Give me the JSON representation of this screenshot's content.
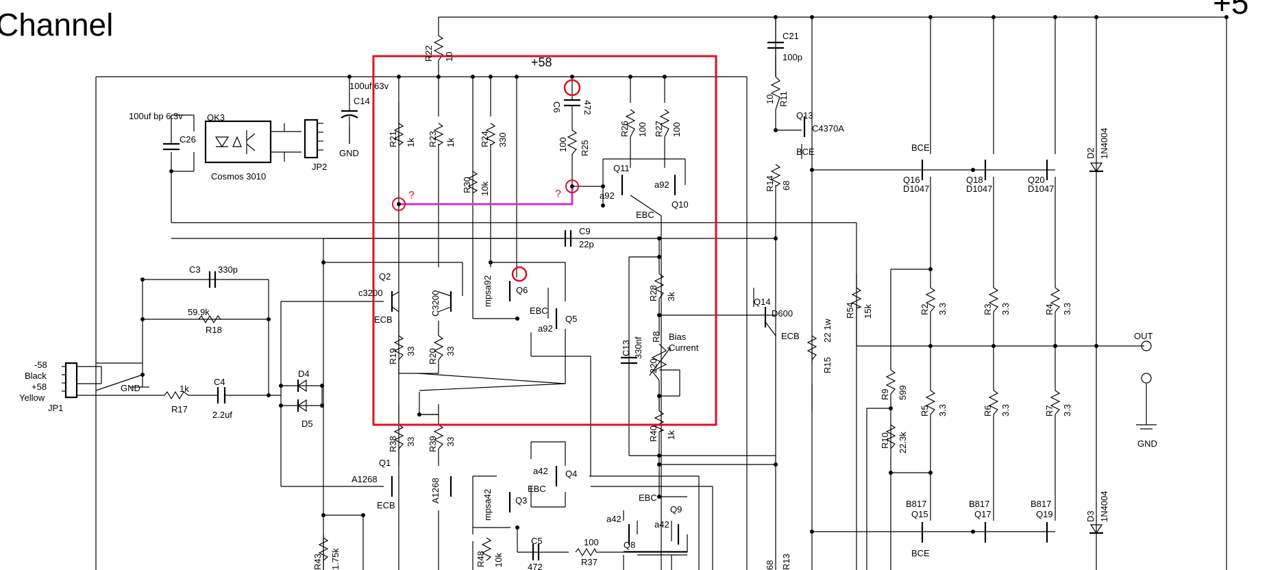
{
  "sheet": {
    "title": "Channel",
    "title_right": "+5"
  },
  "rails": {
    "plus58": "+58"
  },
  "highlight": {
    "question": "?"
  },
  "labels": {
    "R22": "R22",
    "R22v": "10",
    "C21": "C21",
    "C21v": "100p",
    "C14v": "100uf 63v",
    "C14": "C14",
    "gnd": "GND",
    "C6": "C6",
    "C6v": "472",
    "R11v": "10",
    "R11": "R11",
    "Q13": "Q13",
    "Q13p": "C4370A",
    "bce": "BCE",
    "ebc": "EBC",
    "ecb": "ECB",
    "C26v": "100uf bp 6.3v",
    "C26": "C26",
    "OK3": "OK3",
    "OK3p": "Cosmos 3010",
    "JP2": "JP2",
    "JP1": "JP1",
    "R21": "R21",
    "R21v": "1k",
    "R23": "R23",
    "R23v": "1k",
    "R24": "R24",
    "R24v": "330",
    "R30": "R30",
    "R30v": "10k",
    "R25": "R25",
    "R25v": "100",
    "R26": "R26",
    "R26v": "100",
    "R27": "R27",
    "R27v": "100",
    "Q11": "Q11",
    "Q10": "Q10",
    "a92": "a92",
    "R14": "R14",
    "R14v": "68",
    "Q16": "Q16",
    "Q18": "Q18",
    "Q20": "Q20",
    "D1047": "D1047",
    "D2": "D2",
    "D2p": "1N4004",
    "D3": "D3",
    "D3p": "1N4004",
    "C9": "C9",
    "C9v": "22p",
    "C3": "C3",
    "C3v": "330p",
    "Q2": "Q2",
    "c3200": "c3200",
    "C3200": "C3200",
    "mpsa92": "mpsa92",
    "Q6": "Q6",
    "Q5": "Q5",
    "R28": "R28",
    "R28v": "3k",
    "Q14": "Q14",
    "D600": "D600",
    "R54": "R54",
    "R54v": "15k",
    "R2": "R2",
    "R3": "R3",
    "R4": "R4",
    "v33": "3.3",
    "R18v": "59.9k",
    "R18": "R18",
    "R19": "R19",
    "R20": "R20",
    "v33b": "33",
    "C13": "C13",
    "C13v": "330nf",
    "R8": "R8",
    "R8v": "220",
    "bias1": "Bias",
    "bias2": "Current",
    "R15": "R15",
    "R15v": "22 1w",
    "out": "OUT",
    "jp1_p1": "-58",
    "jp1_p2": "Black",
    "jp1_p3": "+58",
    "jp1_p4": "Yellow",
    "R17v": "1k",
    "R17": "R17",
    "C4": "C4",
    "C4v": "2.2uf",
    "D4": "D4",
    "D5": "D5",
    "R9": "R9",
    "R9v": "599",
    "R5": "R5",
    "R6": "R6",
    "R7": "R7",
    "R38": "R38",
    "R39": "R39",
    "R40": "R40",
    "R40v": "1k",
    "R10": "R10",
    "R10v": "22.3k",
    "Q1": "Q1",
    "A1268": "A1268",
    "Q4": "Q4",
    "a42": "a42",
    "mpsa42": "mpsa42",
    "Q3": "Q3",
    "Q9": "Q9",
    "Q8": "Q8",
    "B817": "B817",
    "Q15": "Q15",
    "Q17": "Q17",
    "Q19": "Q19",
    "C5": "C5",
    "C5v": "472",
    "R37v": "100",
    "R37": "R37",
    "R48": "R48",
    "R48v": "10k",
    "R43": "R43",
    "R43v": "1.75k",
    "R13v": "68",
    "R13": "R13"
  },
  "colors": {
    "highlight_box": "#e0101f",
    "jumper_wire": "#cc33cc",
    "marker": "#e0101f"
  }
}
